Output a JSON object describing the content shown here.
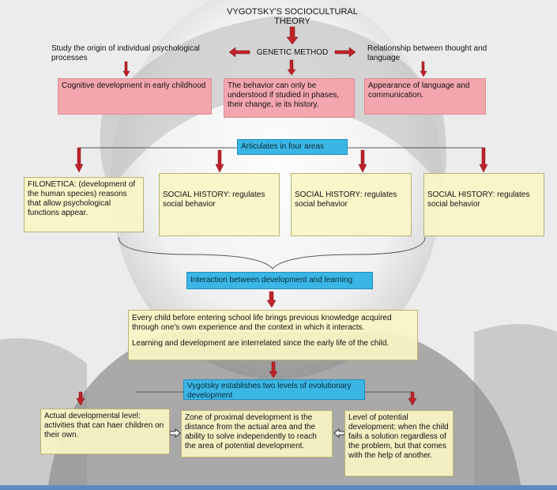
{
  "title": "VYGOTSKY'S SOCIOCULTURAL THEORY",
  "top_left_text": "Study the origin of individual psychological processes",
  "genetic_method": "GENETIC METHOD",
  "top_right_text": "Relationship between thought and language",
  "row1": {
    "left": "Cognitive development in early childhood",
    "middle": "The behavior can only be understood if studied in phases, their change, ie its history.",
    "right": "Appearance of language and communication."
  },
  "areas_label": "Articulates in four areas",
  "areas": [
    "FILONETICA: (development of the human species) reasons that allow psychological functions appear.",
    "SOCIAL HISTORY: regulates social behavior",
    "SOCIAL HISTORY: regulates social behavior",
    "SOCIAL HISTORY: regulates social behavior"
  ],
  "interaction_label": "Interaction between development and learning",
  "knowledge_text": "Every child before entering school life brings previous knowledge acquired through one's own experience and the context in which it interacts.",
  "learning_text": "Learning and development are interrelated since the early life of the child.",
  "levels_label": "Vygotsky establishes two levels of evolutionary development",
  "levels": {
    "actual": "Actual developmental level: activities that can haer children on their own.",
    "zone": "Zone of proximal development is the distance from the actual area and the ability to solve independently to reach the area of potential development.",
    "potential": "Level of potential development: when the child fails a solution regardless of the problem, but that comes with the help of another."
  },
  "colors": {
    "arrow": "#c0212a",
    "pink": "#f3a6ae",
    "yellow": "#f8f5c4",
    "blue": "#3bb6e4"
  }
}
